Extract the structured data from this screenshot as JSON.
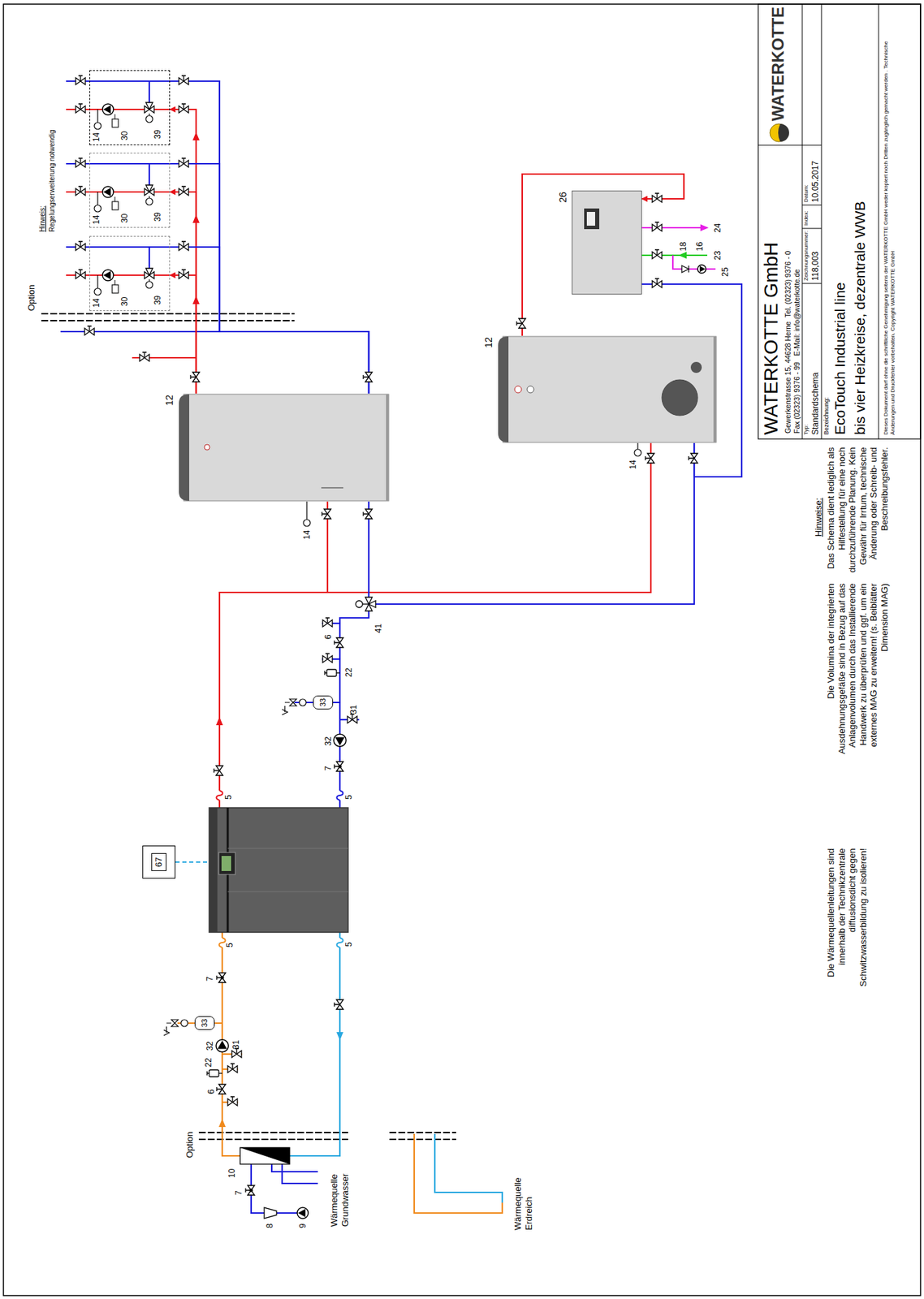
{
  "diagram": {
    "nodes": [
      {
        "text": [
          "67"
        ]
      },
      {
        "text": [
          "33"
        ]
      },
      {
        "text": [
          "33"
        ]
      },
      {
        "text": [
          "12"
        ]
      },
      {
        "text": [
          "12"
        ]
      },
      {
        "text": [
          "14",
          "30",
          "39"
        ]
      },
      {
        "text": [
          "14",
          "30",
          "39"
        ]
      },
      {
        "text": [
          "14",
          "30",
          "39"
        ]
      },
      {
        "text": [
          "26"
        ]
      }
    ],
    "edges": [
      {
        "from": 3,
        "to": 5,
        "arrow": "to"
      },
      {
        "from": 3,
        "to": 6,
        "arrow": "to"
      },
      {
        "from": 3,
        "to": 7,
        "arrow": "to"
      },
      {
        "from": 5,
        "to": 3,
        "arrow": "none"
      },
      {
        "from": 6,
        "to": 3,
        "arrow": "none"
      },
      {
        "from": 7,
        "to": 3,
        "arrow": "none"
      },
      {
        "from": 4,
        "to": 8,
        "arrow": "to"
      },
      {
        "from": 8,
        "to": 4,
        "arrow": "none"
      }
    ],
    "labels": [
      "Option",
      "Hinweis:",
      "Regelungserweiterung notwendig",
      "Option",
      "5",
      "7",
      "32",
      "31",
      "22",
      "6",
      "10",
      "7",
      "8",
      "9",
      "Wärmequelle Grundwasser",
      "Wärmequelle Erdreich",
      "5",
      "5",
      "7",
      "32",
      "31",
      "22",
      "6",
      "41",
      "5",
      "14",
      "14",
      "24",
      "23",
      "25",
      "18",
      "16",
      "Die Wärmequellenleitungen sind innerhalb der Technikzentrale diffusionsdicht gegen Schwitzwasserbildung zu isolieren!",
      "Die Volumina der integrierten Ausdehnungsgefäße sind in Bezug auf das Anlagenvolumen durch das Installierende Handwerk zu überprüfen und ggf. um ein externes MAG zu erweitern! (s. Beiblätter Dimension MAG)",
      "Hinweise:",
      "Das Schema dient lediglich als Hilfestellung für eine noch durchzuführende Planung. Kein Gewähr für Irrtum, technische Änderung oder Schreib- und Beschreibungsfehler.",
      "WATERKOTTE GmbH",
      "Gewerkenstrasse 15, 44628 Herne  Tel. (02323) 9376 - 0",
      "Fax (02323) 9376 - 99   E-Mail: info@waterkotte.de",
      "Typ:",
      "Standardschema",
      "Zeichnungsnummer:",
      "118,003",
      "Index:",
      "Datum:",
      "10.05.2017",
      "Bezeichnung:",
      "EcoTouch Industrial line",
      "bis vier Heizkreise, dezentrale WWB",
      "Dieses Dokument darf ohne die schriftliche Genehmigung seitens der WATERKOTTE GmbH weder kopiert noch Dritten zugänglich gemacht werden . Technische Änderungen und Druckfehler vorbehalten. Copyright WATERKOTTE GmbH",
      "WATERKOTTE"
    ]
  }
}
